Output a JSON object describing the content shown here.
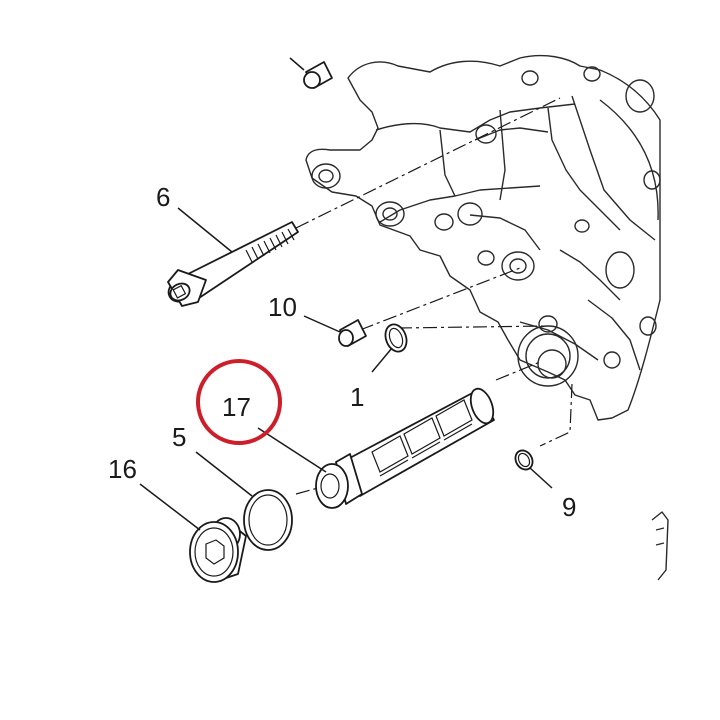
{
  "callouts": {
    "c1": "1",
    "c5": "5",
    "c6": "6",
    "c9": "9",
    "c10": "10",
    "c16": "16",
    "c17": "17"
  },
  "highlight": {
    "part": "17",
    "color": "#cc1f2a"
  },
  "colors": {
    "line": "#1a1a1a",
    "background": "#ffffff"
  }
}
